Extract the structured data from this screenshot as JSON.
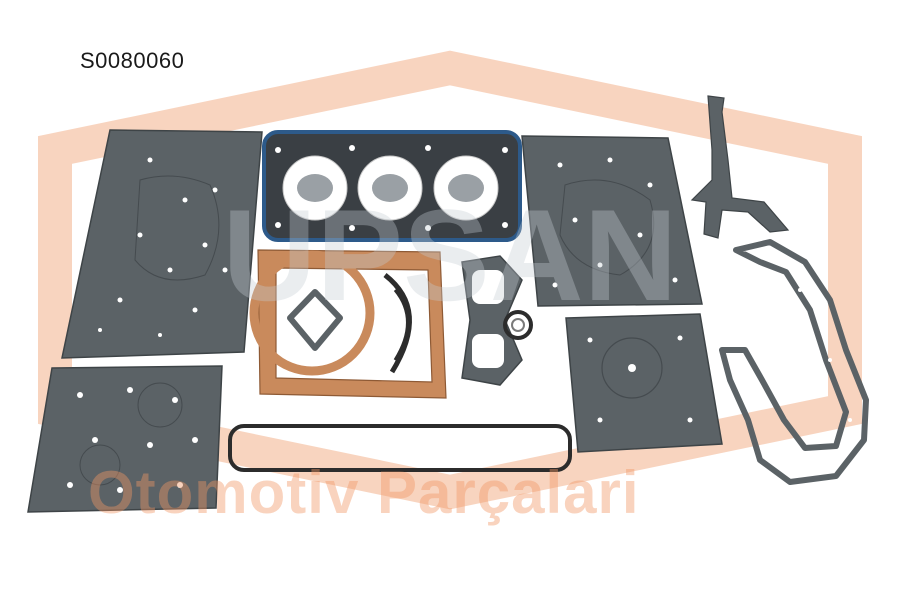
{
  "product": {
    "part_number": "S0080060"
  },
  "watermark": {
    "brand": "UPSAN",
    "tagline": "Otomotiv Parçalari",
    "color": "#f0a070"
  },
  "gasket_colors": {
    "fiber_sheet": "#5b6266",
    "cork": "#c98a5c",
    "head_gasket_edge": "#2d5a8a",
    "rubber": "#2c2c2c"
  }
}
